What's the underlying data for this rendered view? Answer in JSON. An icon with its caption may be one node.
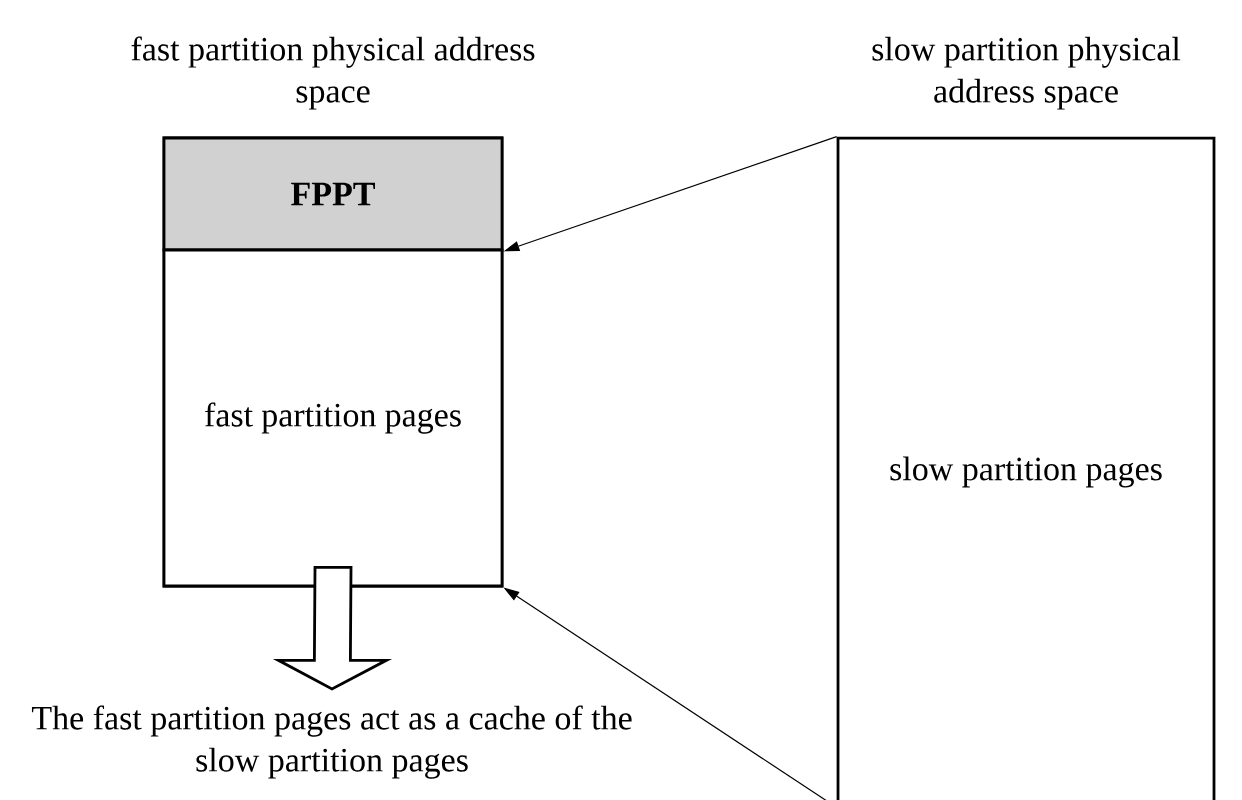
{
  "diagram": {
    "nodes": [
      {
        "text": [
          "fast partition physical address space"
        ]
      },
      {
        "text": [
          "FPPT"
        ],
        "in": 0
      },
      {
        "text": [
          "fast partition pages"
        ],
        "in": 0
      },
      {
        "text": [
          "slow partition physical address space",
          "slow partition pages"
        ]
      },
      {
        "text": [
          "The fast partition pages act as a cache of the slow partition pages"
        ]
      }
    ],
    "edges": [
      {
        "from": 3,
        "to": 1,
        "arrow": "to"
      },
      {
        "from": 3,
        "to": 2,
        "arrow": "to"
      },
      {
        "from": 2,
        "to": 4,
        "arrow": "to",
        "style": "thick"
      }
    ]
  }
}
